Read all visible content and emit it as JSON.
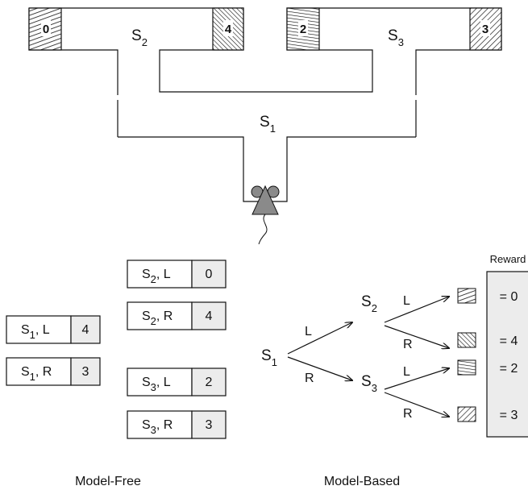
{
  "maze": {
    "s1": {
      "main": "S",
      "sub": "1"
    },
    "s2": {
      "main": "S",
      "sub": "2"
    },
    "s3": {
      "main": "S",
      "sub": "3"
    },
    "end_values": [
      "0",
      "4",
      "2",
      "3"
    ]
  },
  "model_free": {
    "title": "Model-Free",
    "level1": [
      {
        "state": "S",
        "sub": "1",
        "action": ", L",
        "value": "4"
      },
      {
        "state": "S",
        "sub": "1",
        "action": ", R",
        "value": "3"
      }
    ],
    "level2": [
      {
        "state": "S",
        "sub": "2",
        "action": ", L",
        "value": "0"
      },
      {
        "state": "S",
        "sub": "2",
        "action": ", R",
        "value": "4"
      },
      {
        "state": "S",
        "sub": "3",
        "action": ", L",
        "value": "2"
      },
      {
        "state": "S",
        "sub": "3",
        "action": ", R",
        "value": "3"
      }
    ]
  },
  "model_based": {
    "title": "Model-Based",
    "reward_header": "Reward",
    "root": {
      "main": "S",
      "sub": "1"
    },
    "mid": [
      {
        "main": "S",
        "sub": "2"
      },
      {
        "main": "S",
        "sub": "3"
      }
    ],
    "edge_labels": {
      "left": "L",
      "right": "R"
    },
    "rewards": [
      "= 0",
      "= 4",
      "= 2",
      "= 3"
    ]
  }
}
